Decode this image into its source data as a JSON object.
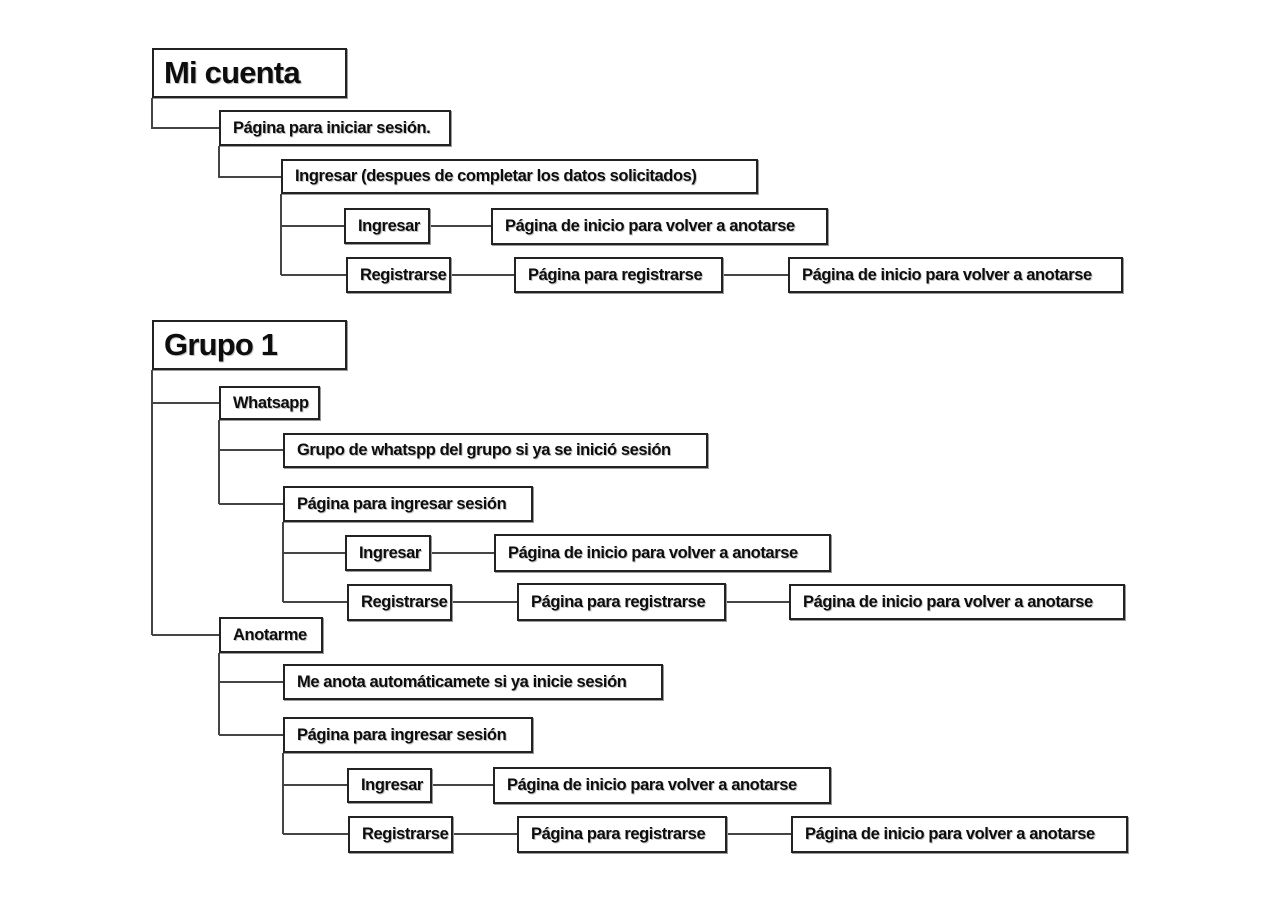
{
  "labels": {
    "mi_cuenta": "Mi cuenta",
    "grupo_1": "Grupo 1",
    "pagina_iniciar_sesion": "Página para iniciar sesión.",
    "ingresar_despues": "Ingresar (despues de completar los datos solicitados)",
    "ingresar": "Ingresar",
    "registrarse": "Registrarse",
    "pagina_registrarse": "Página para registrarse",
    "pagina_inicio_volver": "Página de inicio para volver a anotarse",
    "whatsapp": "Whatsapp",
    "grupo_whatsapp": "Grupo de whatspp del grupo si ya se inició sesión",
    "pagina_ingresar_sesion": "Página para ingresar sesión",
    "anotarme": "Anotarme",
    "me_anota": "Me anota automáticamete si ya inicie sesión"
  },
  "colors": {
    "background": "#ffffff",
    "box_border": "#222222",
    "box_shadow": "#999999",
    "connector": "#454545",
    "text": "#0d0d0d"
  },
  "diagram": {
    "type": "tree",
    "trees": [
      {
        "root": "Mi cuenta",
        "children": [
          {
            "label": "Página para iniciar sesión.",
            "children": [
              {
                "label": "Ingresar (despues de completar los datos solicitados)",
                "children": [
                  {
                    "label": "Ingresar",
                    "children": [
                      {
                        "label": "Página de inicio para volver a anotarse"
                      }
                    ]
                  },
                  {
                    "label": "Registrarse",
                    "children": [
                      {
                        "label": "Página para registrarse",
                        "children": [
                          {
                            "label": "Página de inicio para volver a anotarse"
                          }
                        ]
                      }
                    ]
                  }
                ]
              }
            ]
          }
        ]
      },
      {
        "root": "Grupo 1",
        "children": [
          {
            "label": "Whatsapp",
            "children": [
              {
                "label": "Grupo de whatspp del grupo si ya se inició sesión"
              },
              {
                "label": "Página para ingresar sesión",
                "children": [
                  {
                    "label": "Ingresar",
                    "children": [
                      {
                        "label": "Página de inicio para volver a anotarse"
                      }
                    ]
                  },
                  {
                    "label": "Registrarse",
                    "children": [
                      {
                        "label": "Página para registrarse",
                        "children": [
                          {
                            "label": "Página de inicio para volver a anotarse"
                          }
                        ]
                      }
                    ]
                  }
                ]
              }
            ]
          },
          {
            "label": "Anotarme",
            "children": [
              {
                "label": "Me anota automáticamete si ya inicie sesión"
              },
              {
                "label": "Página para ingresar sesión",
                "children": [
                  {
                    "label": "Ingresar",
                    "children": [
                      {
                        "label": "Página de inicio para volver a anotarse"
                      }
                    ]
                  },
                  {
                    "label": "Registrarse",
                    "children": [
                      {
                        "label": "Página para registrarse",
                        "children": [
                          {
                            "label": "Página de inicio para volver a anotarse"
                          }
                        ]
                      }
                    ]
                  }
                ]
              }
            ]
          }
        ]
      }
    ]
  }
}
